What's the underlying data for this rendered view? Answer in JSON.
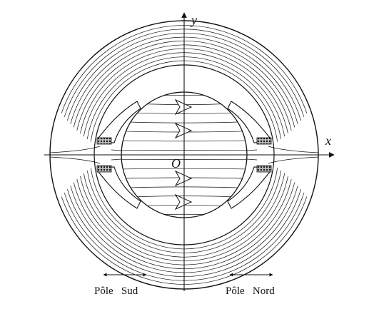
{
  "figure": {
    "x_axis_label": "x",
    "y_axis_label": "y",
    "origin_label": "O",
    "left_pole_label": "Pôle   Sud",
    "right_pole_label": "Pôle   Nord",
    "colors": {
      "ink": "#111111",
      "paper": "#ffffff"
    },
    "rotor_field_lines": 14,
    "arrow_count": 4
  }
}
